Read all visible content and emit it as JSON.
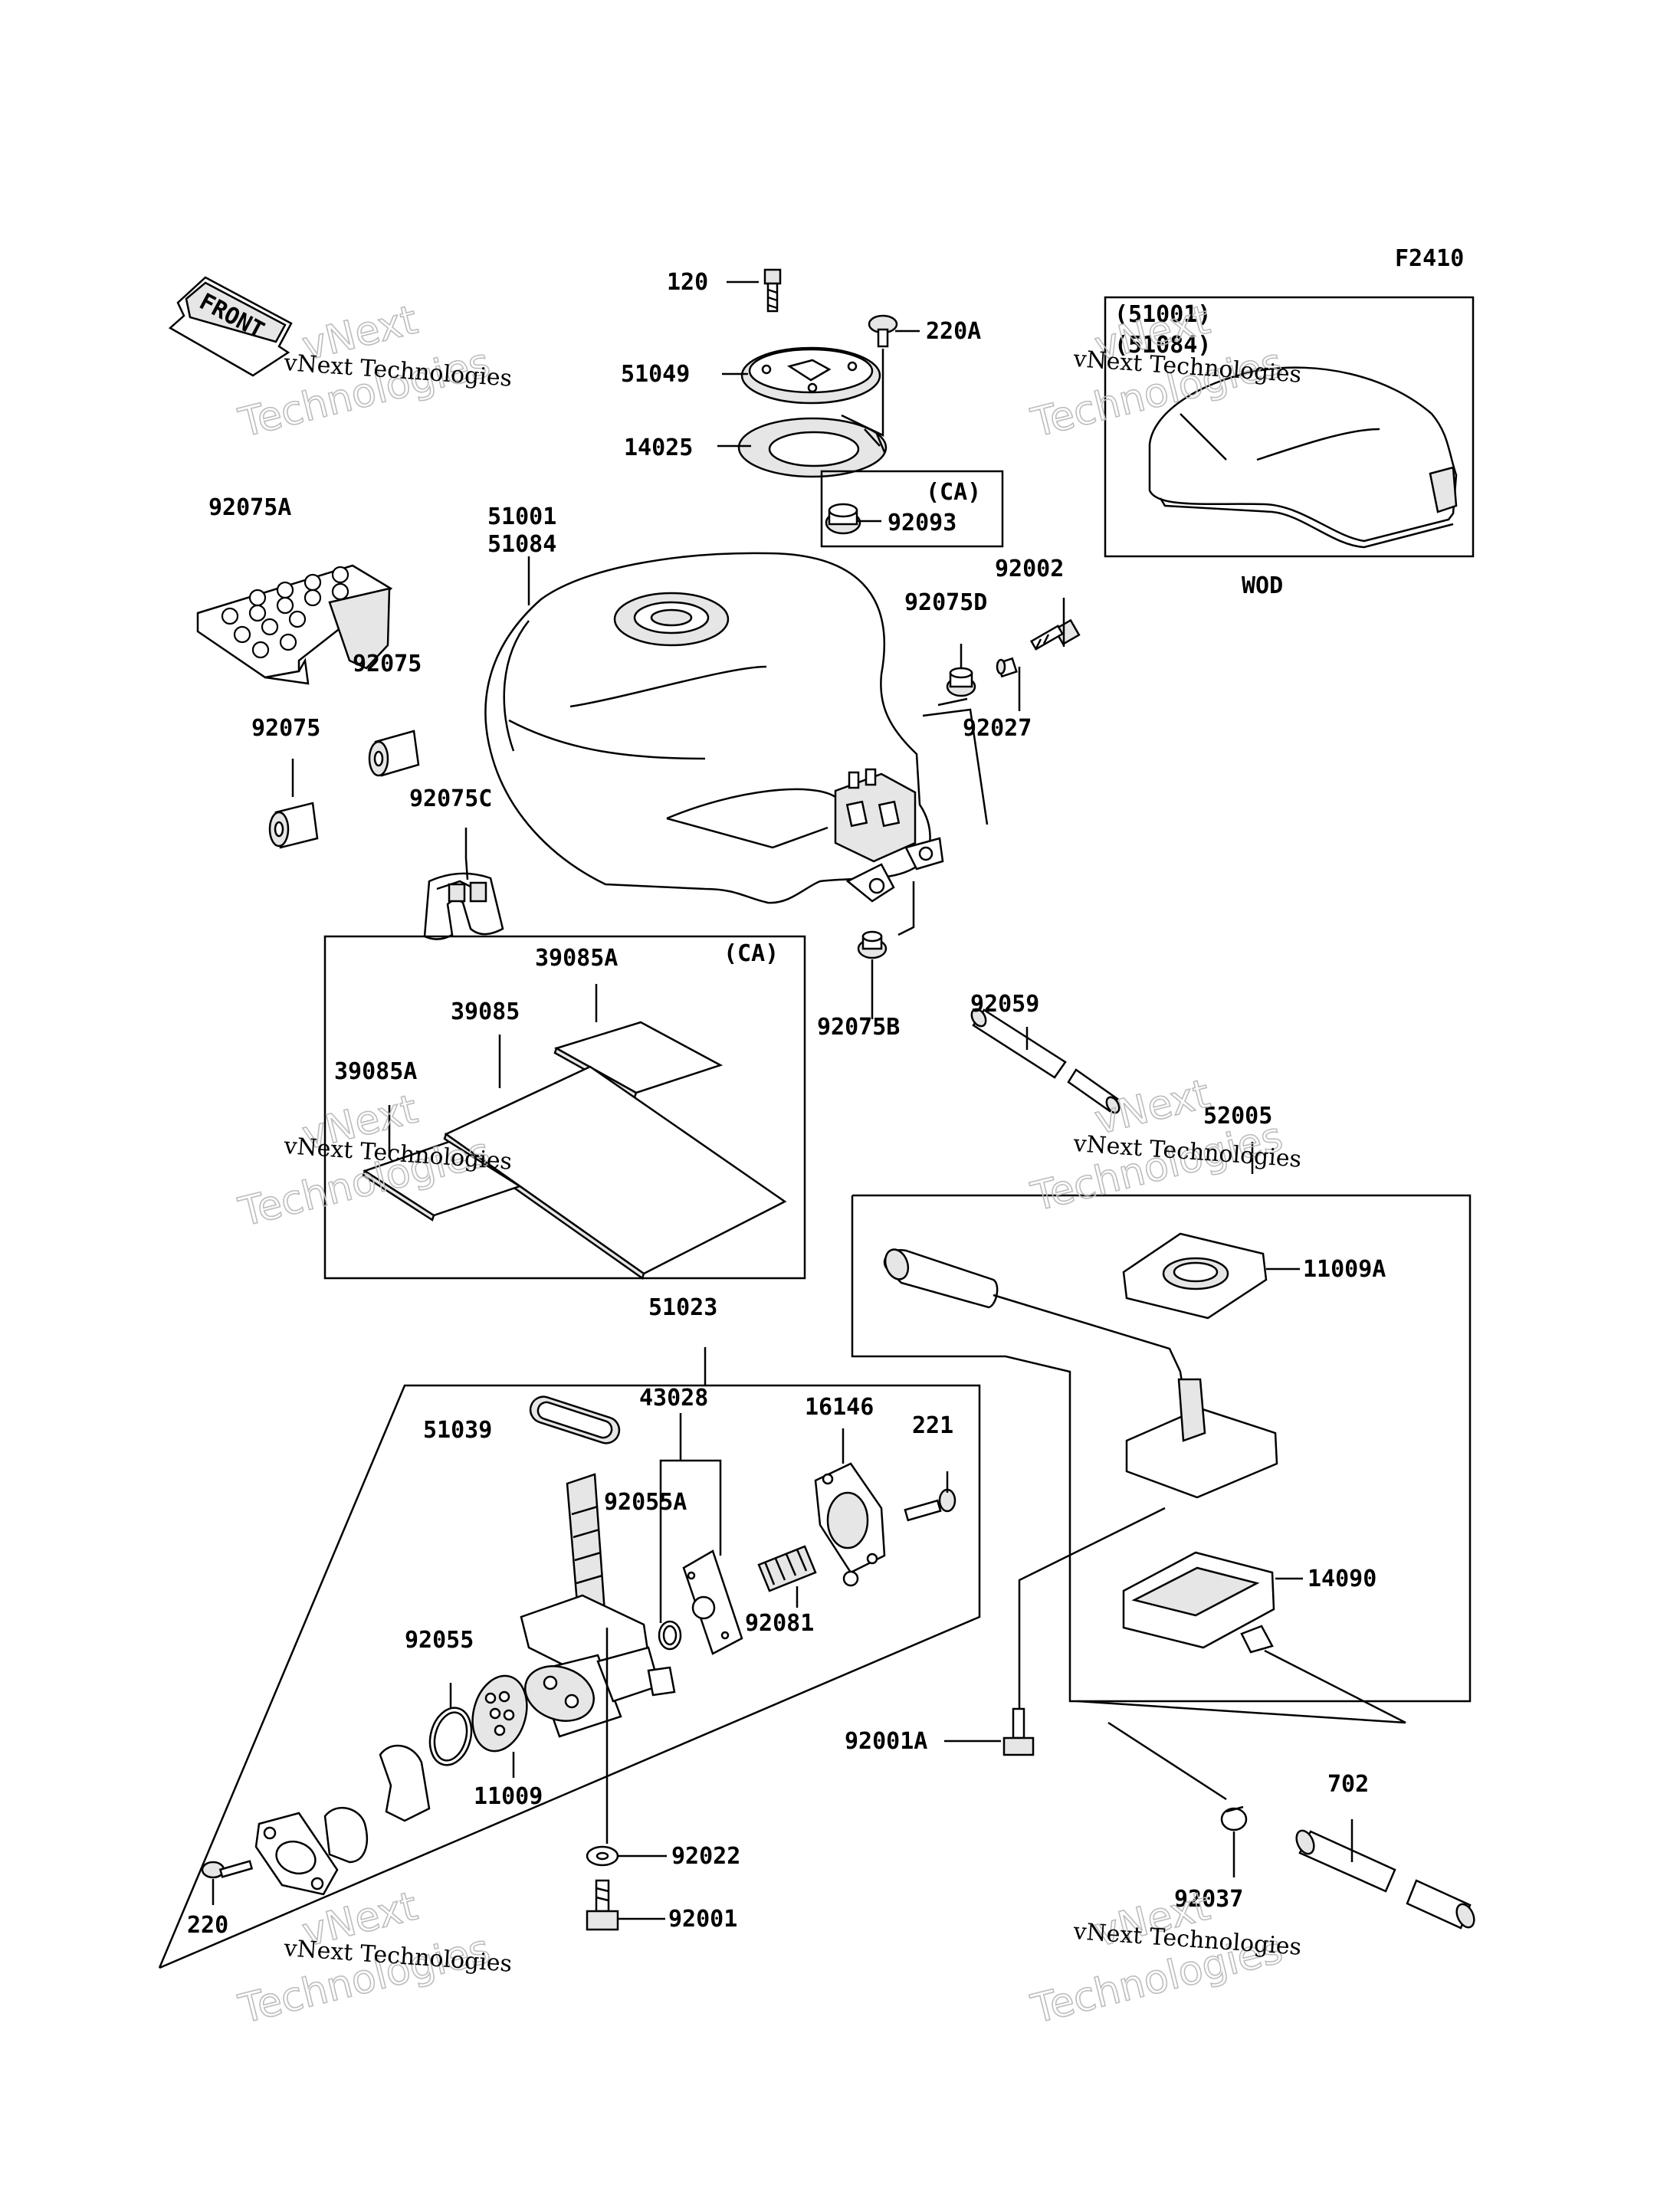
{
  "code": "F2410",
  "front_label": "FRONT",
  "wod_label": "WOD",
  "wod_part_a": "(51001)",
  "wod_part_b": "(51084)",
  "ca_1": "(CA)",
  "ca_2": "(CA)",
  "watermark_line1": "vNext Technologies",
  "watermark_big_a": "vNext",
  "watermark_big_b": "Technologies",
  "parts": {
    "p120": "120",
    "p220A": "220A",
    "p51049": "51049",
    "p14025": "14025",
    "p92093": "92093",
    "p92075A": "92075A",
    "p51001": "51001",
    "p51084": "51084",
    "p92002": "92002",
    "p92075D": "92075D",
    "p92027": "92027",
    "p92075_1": "92075",
    "p92075_2": "92075",
    "p92075C": "92075C",
    "p39085A_1": "39085A",
    "p39085": "39085",
    "p39085A_2": "39085A",
    "p92075B": "92075B",
    "p92059": "92059",
    "p52005": "52005",
    "p11009A": "11009A",
    "p51023": "51023",
    "p43028": "43028",
    "p16146": "16146",
    "p221": "221",
    "p51039": "51039",
    "p92055A": "92055A",
    "p92081": "92081",
    "p14090": "14090",
    "p92055": "92055",
    "p11009": "11009",
    "p92001A": "92001A",
    "p702": "702",
    "p92022": "92022",
    "p92037": "92037",
    "p220": "220",
    "p92001": "92001"
  }
}
